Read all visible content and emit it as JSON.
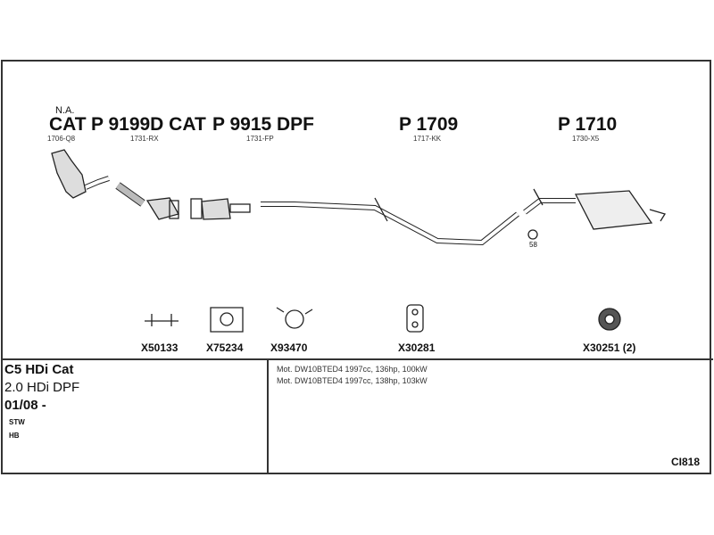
{
  "parts": [
    {
      "label": "CAT",
      "note": "N.A.",
      "code": "1706-Q8"
    },
    {
      "label": "P 9199D CAT",
      "code": "1731-RX"
    },
    {
      "label": "P 9915 DPF",
      "code": "1731-FP"
    },
    {
      "label": "P 1709",
      "code": "1717-KK"
    },
    {
      "label": "P 1710",
      "code": "1730-X5"
    }
  ],
  "clamp_size": "58",
  "fittings": [
    "X50133",
    "X75234",
    "X93470",
    "X30281",
    "X30251 (2)"
  ],
  "vehicle": {
    "model": "C5 HDi Cat",
    "engine": "2.0 HDi DPF",
    "date": "01/08 -",
    "body1": "STW",
    "body2": "HB"
  },
  "engines": [
    "Mot. DW10BTED4 1997cc, 136hp, 100kW",
    "Mot. DW10BTED4 1997cc, 138hp, 103kW"
  ],
  "diagram_id": "CI818"
}
